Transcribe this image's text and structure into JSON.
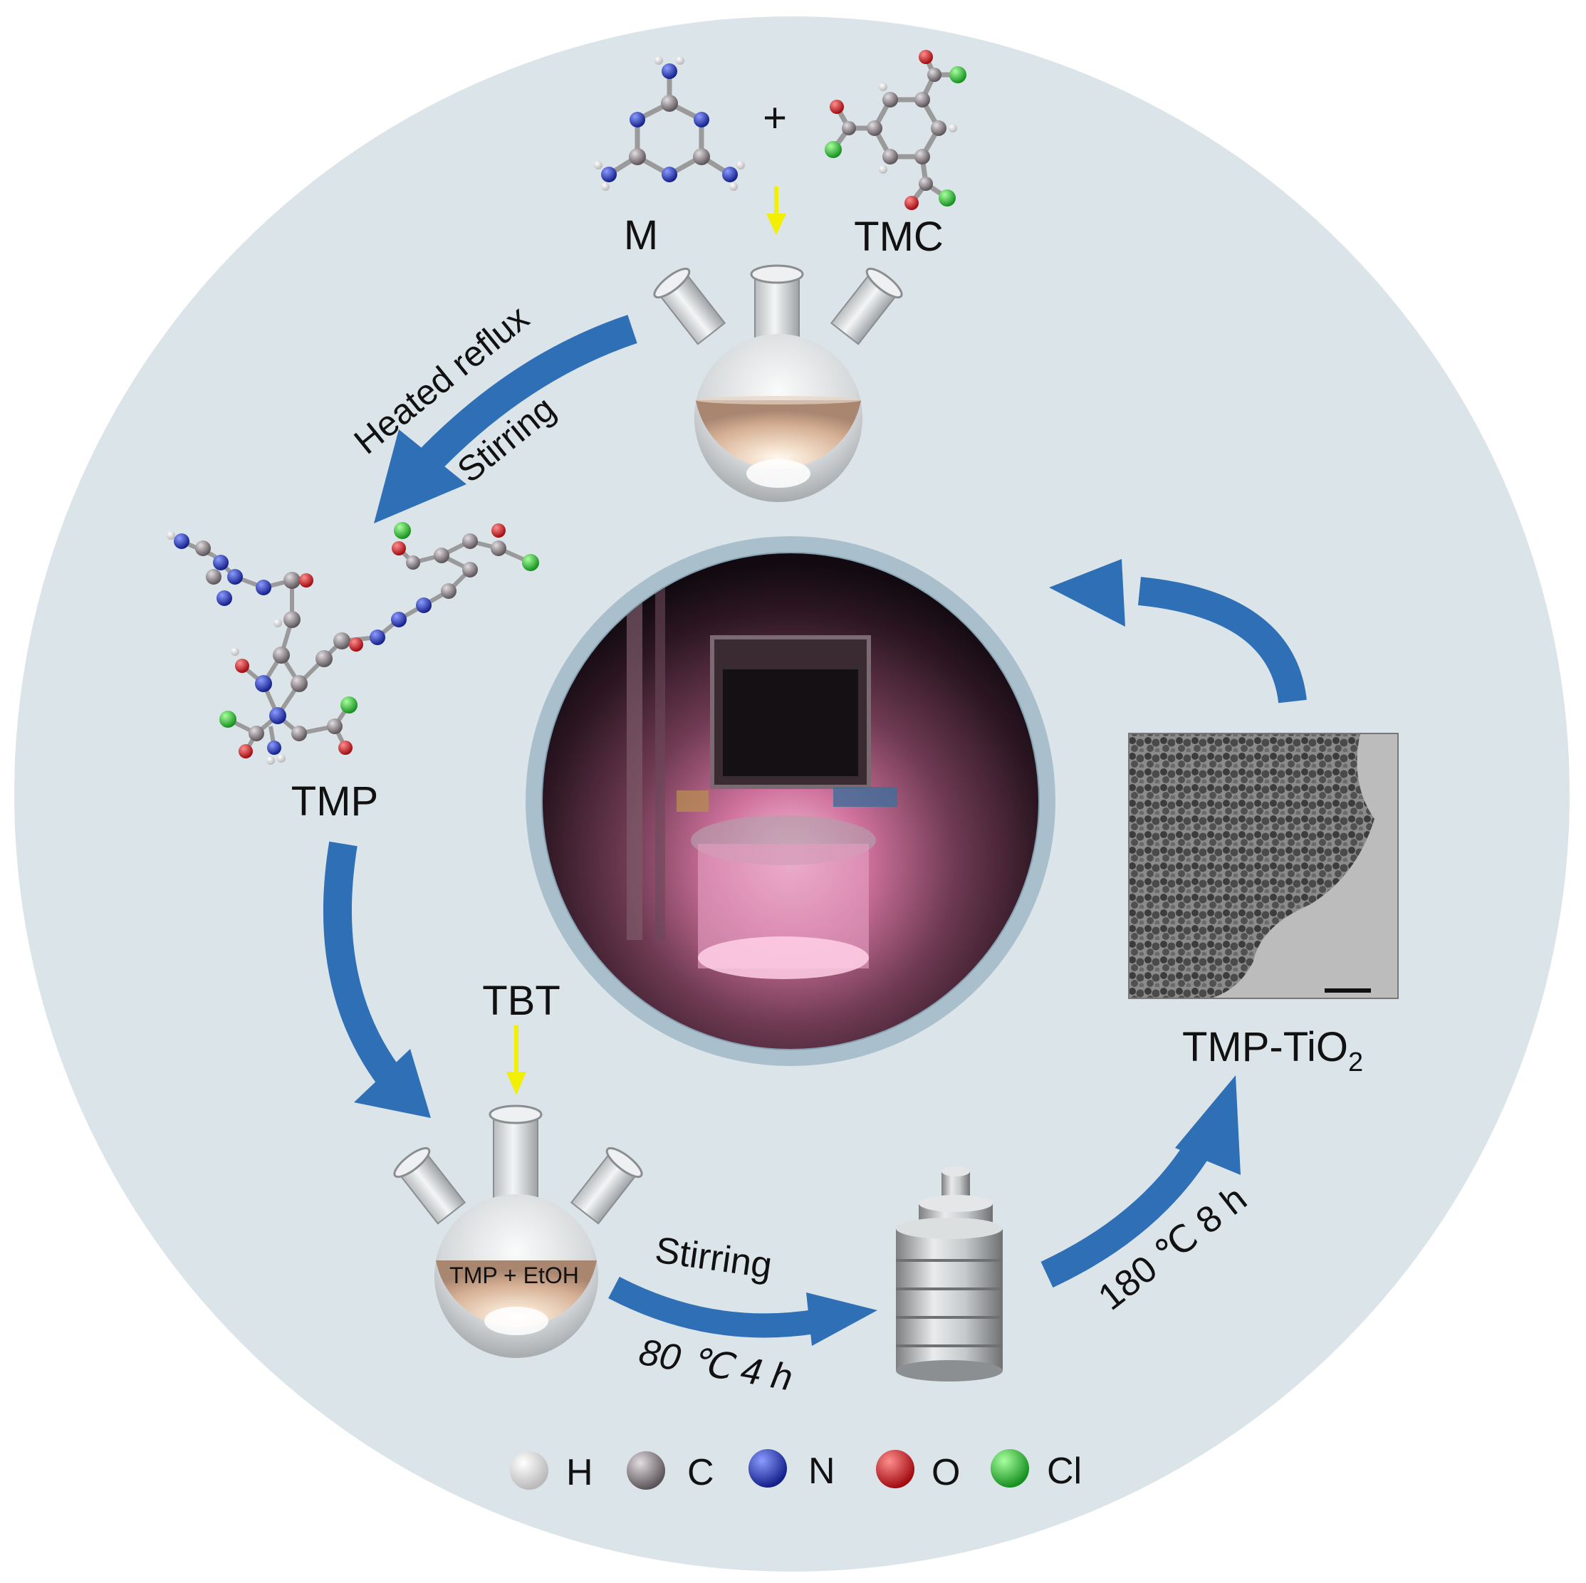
{
  "reactants": {
    "plus": "+",
    "melamine": "M",
    "tmc": "TMC"
  },
  "steps": {
    "step1_line1": "Heated  reflux",
    "step1_line2": "Stirring",
    "intermediate": "TMP",
    "reagent": "TBT",
    "flask_contents": "TMP + EtOH",
    "step2_line1": "Stirring",
    "step2_line2": "80 ℃  4 h",
    "step3": "180 ℃  8 h",
    "product_main": "TMP-TiO",
    "product_sub": "2"
  },
  "legend": {
    "items": [
      {
        "label": "H",
        "color": "#f4f4f4"
      },
      {
        "label": "C",
        "color": "#8a8288"
      },
      {
        "label": "N",
        "color": "#2a3fd0"
      },
      {
        "label": "O",
        "color": "#e0161c"
      },
      {
        "label": "Cl",
        "color": "#2bd13a"
      }
    ]
  },
  "colors": {
    "background_disc": "#dbe4e9",
    "arrow": "#2f6fb6",
    "yellow_arrow": "#f2ef00",
    "photo_ring": "#a9bfcb",
    "liquid": "#d9b79c"
  }
}
